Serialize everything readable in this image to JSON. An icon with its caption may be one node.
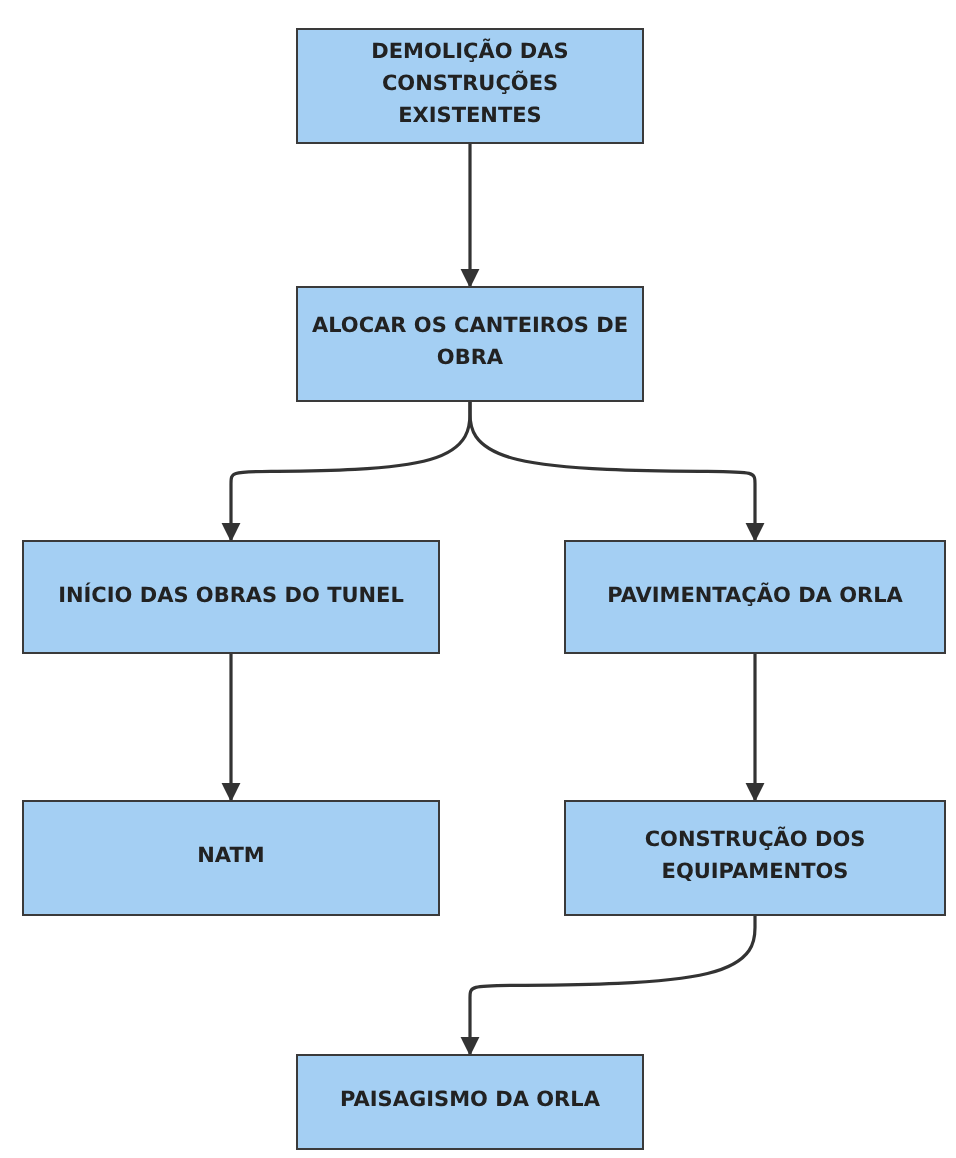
{
  "diagram": {
    "nodes": [
      {
        "text": [
          "DEMOLIÇÃO DAS CONSTRUÇÕES EXISTENTES"
        ]
      },
      {
        "text": [
          "ALOCAR OS CANTEIROS DE OBRA"
        ]
      },
      {
        "text": [
          "INÍCIO DAS OBRAS DO TUNEL"
        ]
      },
      {
        "text": [
          "PAVIMENTAÇÃO DA ORLA"
        ]
      },
      {
        "text": [
          "NATM"
        ]
      },
      {
        "text": [
          "CONSTRUÇÃO DOS EQUIPAMENTOS"
        ]
      },
      {
        "text": [
          "PAISAGISMO DA ORLA"
        ]
      }
    ],
    "edges": [
      {
        "from": 0,
        "to": 1,
        "arrow": "to"
      },
      {
        "from": 1,
        "to": 2,
        "arrow": "to"
      },
      {
        "from": 1,
        "to": 3,
        "arrow": "to"
      },
      {
        "from": 2,
        "to": 4,
        "arrow": "to"
      },
      {
        "from": 3,
        "to": 5,
        "arrow": "to"
      },
      {
        "from": 5,
        "to": 6,
        "arrow": "to"
      }
    ]
  }
}
